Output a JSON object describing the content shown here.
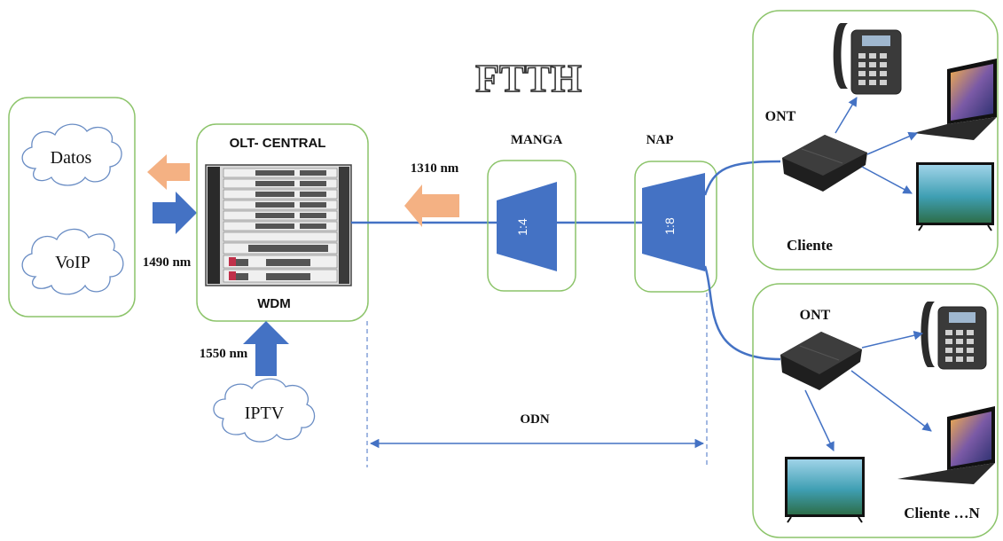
{
  "title": "FTTH",
  "services": {
    "datos": "Datos",
    "voip": "VoIP",
    "iptv": "IPTV"
  },
  "olt": {
    "title": "OLT- CENTRAL",
    "sub": "WDM"
  },
  "wavelengths": {
    "down_data": "1490 nm",
    "up": "1310 nm",
    "video": "1550 nm"
  },
  "manga": {
    "title": "MANGA",
    "ratio": "1:4"
  },
  "nap": {
    "title": "NAP",
    "ratio": "1:8"
  },
  "odn": "ODN",
  "client1": {
    "ont": "ONT",
    "name": "Cliente"
  },
  "client2": {
    "ont": "ONT",
    "name": "Cliente …N"
  },
  "colors": {
    "box_border": "#8cc46a",
    "fiber": "#4472c4",
    "arrow_blue": "#4472c4",
    "arrow_orange": "#f4b183",
    "splitter": "#4472c4"
  }
}
